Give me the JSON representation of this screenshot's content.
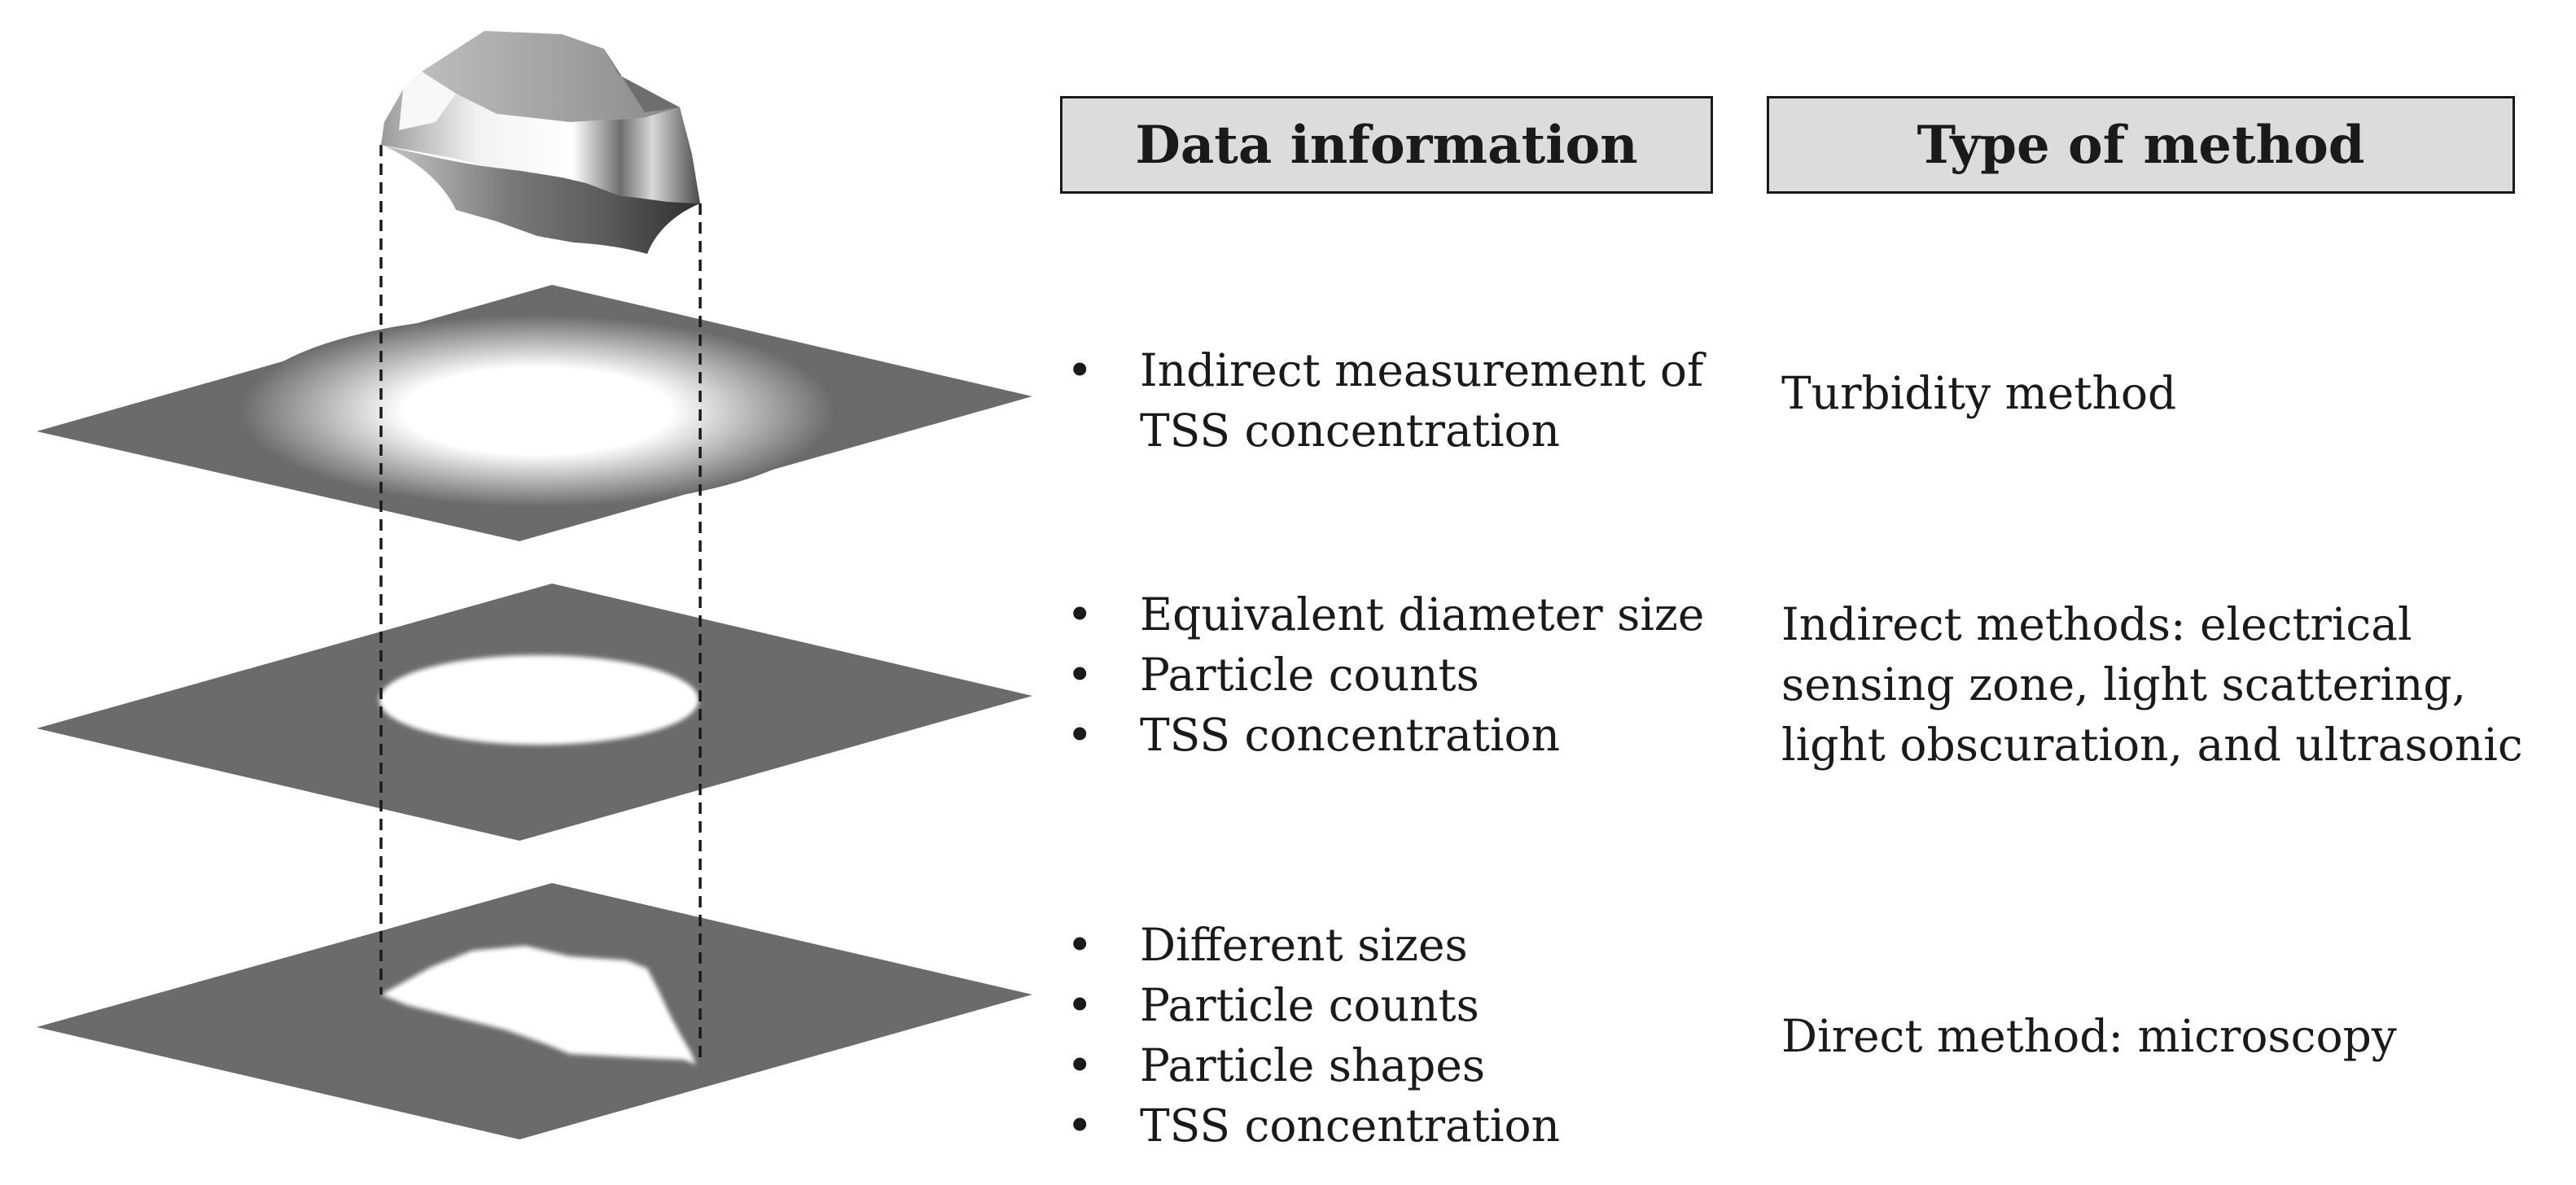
{
  "headers": {
    "data_information": "Data information",
    "type_of_method": "Type of method"
  },
  "rows": [
    {
      "layer": "blurred-projection",
      "data_items": [
        "Indirect measurement of TSS concentration"
      ],
      "method": "Turbidity method"
    },
    {
      "layer": "equivalent-sphere-projection",
      "data_items": [
        "Equivalent diameter size",
        "Particle counts",
        "TSS concentration"
      ],
      "method": "Indirect methods: electrical sensing zone, light scattering, light obscuration, and ultrasonic"
    },
    {
      "layer": "particle-shape-projection",
      "data_items": [
        "Different sizes",
        "Particle counts",
        "Particle shapes",
        "TSS concentration"
      ],
      "method": "Direct method: microscopy"
    }
  ],
  "colors": {
    "plane": "#6b6b6b",
    "header_fill": "#dcdcdc",
    "outline": "#1a1a1a",
    "projection": "#ffffff"
  }
}
